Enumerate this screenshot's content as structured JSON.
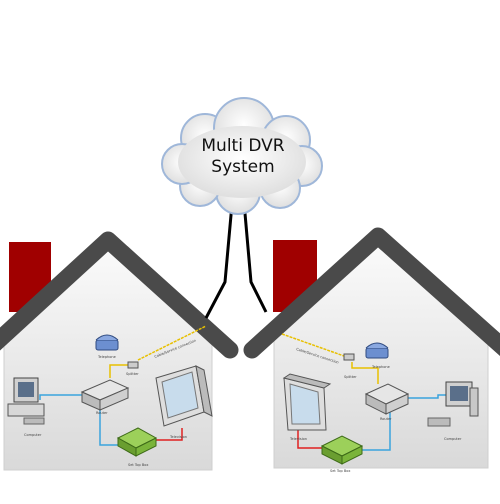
{
  "cloud": {
    "line1": "Multi DVR",
    "line2": "System"
  },
  "left_house": {
    "labels": {
      "phone": "Telephone",
      "splitter": "Splitter",
      "cable": "Cable/Service connection",
      "computer": "Computer",
      "router": "Router",
      "stb": "Set Top Box",
      "tv": "Television"
    }
  },
  "right_house": {
    "labels": {
      "cable": "Cable/Service connection",
      "phone": "Telephone",
      "splitter": "Splitter",
      "tv": "Television",
      "router": "Router",
      "computer": "Computer",
      "stb": "Set Top Box"
    }
  },
  "colors": {
    "roof": "#4a4a4a",
    "chimney": "#a00000",
    "cable_blue": "#3aa3dd",
    "cable_red": "#e02020",
    "cable_yellow": "#e8c000",
    "stb_green": "#7ab43a"
  }
}
